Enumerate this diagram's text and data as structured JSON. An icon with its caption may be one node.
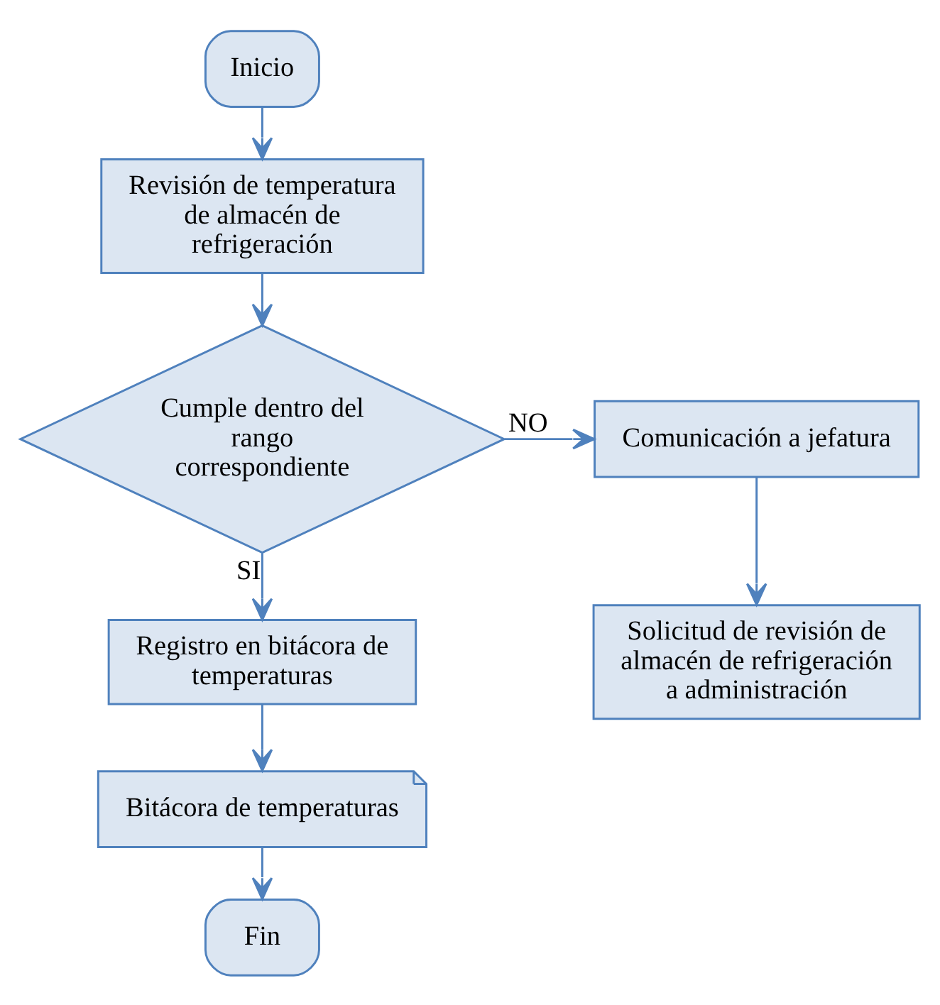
{
  "diagram": {
    "nodes": [
      {
        "text": [
          "Inicio"
        ]
      },
      {
        "text": [
          "Revisión de temperatura de almacén de refrigeración"
        ]
      },
      {
        "text": [
          "Cumple dentro del rango correspondiente"
        ]
      },
      {
        "text": [
          "Comunicación a jefatura"
        ]
      },
      {
        "text": [
          "Solicitud de revisión de almacén de refrigeración a administración"
        ]
      },
      {
        "text": [
          "Registro en bitácora de temperaturas"
        ]
      },
      {
        "text": [
          "Bitácora de temperaturas"
        ]
      },
      {
        "text": [
          "Fin"
        ]
      }
    ],
    "edges": [
      {
        "from": 0,
        "to": 1,
        "arrow": "to"
      },
      {
        "from": 1,
        "to": 2,
        "arrow": "to"
      },
      {
        "from": 2,
        "to": 3,
        "label": "NO",
        "arrow": "to"
      },
      {
        "from": 3,
        "to": 4,
        "arrow": "to"
      },
      {
        "from": 2,
        "to": 5,
        "label": "SI",
        "arrow": "to"
      },
      {
        "from": 5,
        "to": 6,
        "arrow": "to"
      },
      {
        "from": 6,
        "to": 7,
        "arrow": "to"
      }
    ]
  }
}
